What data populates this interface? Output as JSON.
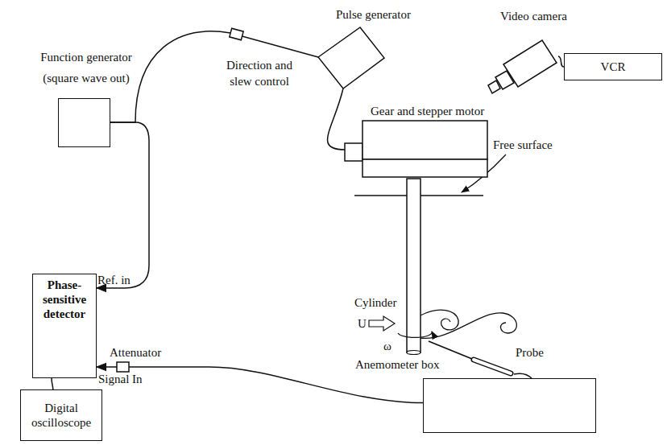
{
  "diagram": {
    "nodes": [
      {
        "text": [
          "Function generator (square wave out)"
        ]
      },
      {
        "text": [
          "Pulse generator"
        ]
      },
      {
        "text": [
          "Video camera"
        ]
      },
      {
        "text": [
          "VCR"
        ]
      },
      {
        "text": [
          "Gear and stepper motor"
        ]
      },
      {
        "text": [
          "Phase-sensitive detector"
        ]
      },
      {
        "text": [
          "Digital oscilloscope"
        ]
      },
      {
        "text": [
          "Anemometer box"
        ]
      }
    ],
    "edges": [
      {
        "from": 0,
        "to": 1,
        "arrow": "none"
      },
      {
        "from": 0,
        "to": 5,
        "arrow": "to"
      },
      {
        "from": 1,
        "to": 4,
        "arrow": "none"
      },
      {
        "from": 2,
        "to": 3,
        "arrow": "none"
      },
      {
        "from": 5,
        "to": 6,
        "arrow": "none"
      },
      {
        "from": 7,
        "to": 5,
        "arrow": "to"
      }
    ],
    "labels": [
      "Direction and slew control",
      "Free surface",
      "Cylinder",
      "U",
      "ω",
      "Probe",
      "Ref. in",
      "Attenuator",
      "Signal In"
    ]
  }
}
